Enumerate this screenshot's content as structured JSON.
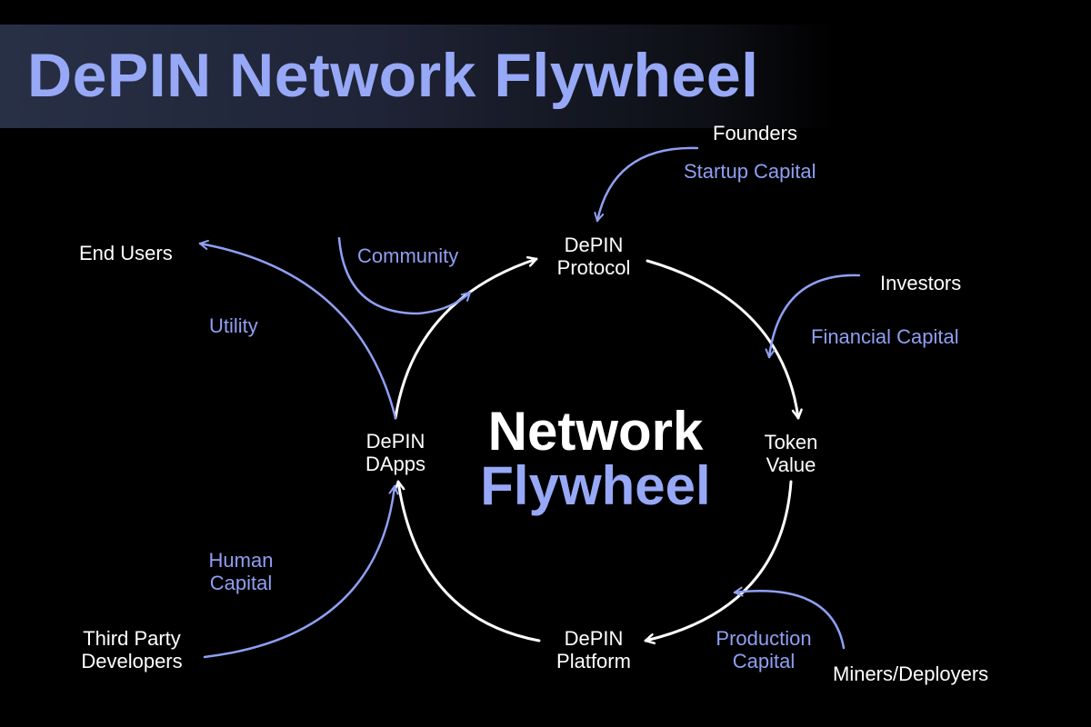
{
  "title": "DePIN Network Flywheel",
  "colors": {
    "accent": "#97a8f7",
    "flow_line": "#8f9ff2",
    "cycle_line": "#ffffff",
    "background": "#000000",
    "title_band": "#283046"
  },
  "center": {
    "line1": "Network",
    "line2": "Flywheel"
  },
  "cycle_nodes": {
    "protocol": {
      "line1": "DePIN",
      "line2": "Protocol"
    },
    "token_value": {
      "line1": "Token",
      "line2": "Value"
    },
    "platform": {
      "line1": "DePIN",
      "line2": "Platform"
    },
    "dapps": {
      "line1": "DePIN",
      "line2": "DApps"
    }
  },
  "actors": {
    "founders": "Founders",
    "investors": "Investors",
    "miners": "Miners/Deployers",
    "developers": {
      "line1": "Third Party",
      "line2": "Developers"
    },
    "end_users": "End Users"
  },
  "flows": {
    "startup_capital": "Startup Capital",
    "financial_capital": "Financial Capital",
    "production_capital": {
      "line1": "Production",
      "line2": "Capital"
    },
    "human_capital": {
      "line1": "Human",
      "line2": "Capital"
    },
    "utility": "Utility",
    "community": "Community"
  },
  "cycle_order": [
    "DePIN Protocol",
    "Token Value",
    "DePIN Platform",
    "DePIN DApps"
  ]
}
